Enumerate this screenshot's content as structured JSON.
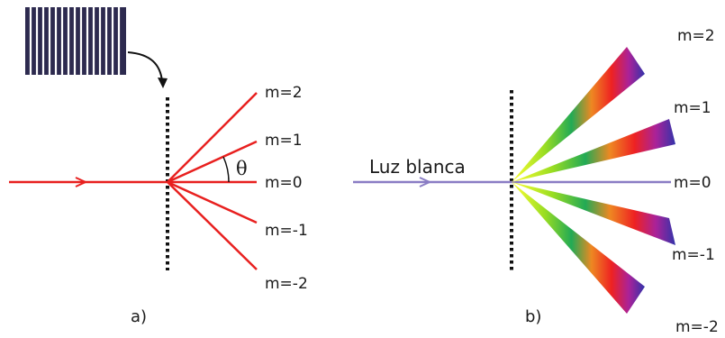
{
  "panel_a": {
    "label": "a)",
    "theta_symbol": "θ",
    "orders": [
      "m=2",
      "m=1",
      "m=0",
      "m=-1",
      "m=-2"
    ],
    "ray_color": "#e8201f",
    "grating_color": "#2d2a4f"
  },
  "panel_b": {
    "label": "b)",
    "light_label": "Luz blanca",
    "orders": [
      "m=2",
      "m=1",
      "m=0",
      "m=-1",
      "m=-2"
    ],
    "ray_color": "#8a7dc4"
  }
}
